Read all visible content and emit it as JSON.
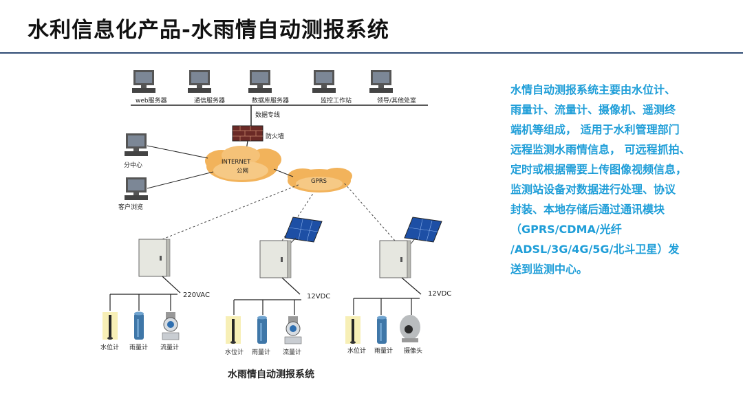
{
  "page": {
    "title": "水利信息化产品-水雨情自动测报系统",
    "description_lines": [
      "水情自动测报系统主要由水位计、",
      "雨量计、流量计、摄像机、遥测终",
      "端机等组成， 适用于水利管理部门",
      "远程监测水雨情信息， 可远程抓拍、",
      "定时或根据需要上传图像视频信息，",
      "监测站设备对数据进行处理、协议",
      "封装、本地存储后通过通讯模块",
      "（GPRS/CDMA/光纤",
      "/ADSL/3G/4G/5G/北斗卫星）发",
      "送到监测中心。"
    ]
  },
  "diagram": {
    "caption": "水雨情自动测报系统",
    "servers": [
      "web服务器",
      "通信服务器",
      "数据库服务器",
      "监控工作站",
      "领导/其他处室"
    ],
    "data_line_label": "数据专线",
    "firewall_label": "防火墙",
    "clients": [
      "分中心",
      "客户浏览"
    ],
    "cloud_internet": "INTERNET",
    "cloud_internet_sub": "公网",
    "cloud_gprs": "GPRS",
    "stations": [
      {
        "power": "220VAC",
        "devices": [
          "水位计",
          "雨量计",
          "流量计"
        ]
      },
      {
        "power": "12VDC",
        "devices": [
          "水位计",
          "雨量计",
          "流量计"
        ]
      },
      {
        "power": "12VDC",
        "devices": [
          "水位计",
          "雨量计",
          "摄像头"
        ]
      }
    ]
  }
}
